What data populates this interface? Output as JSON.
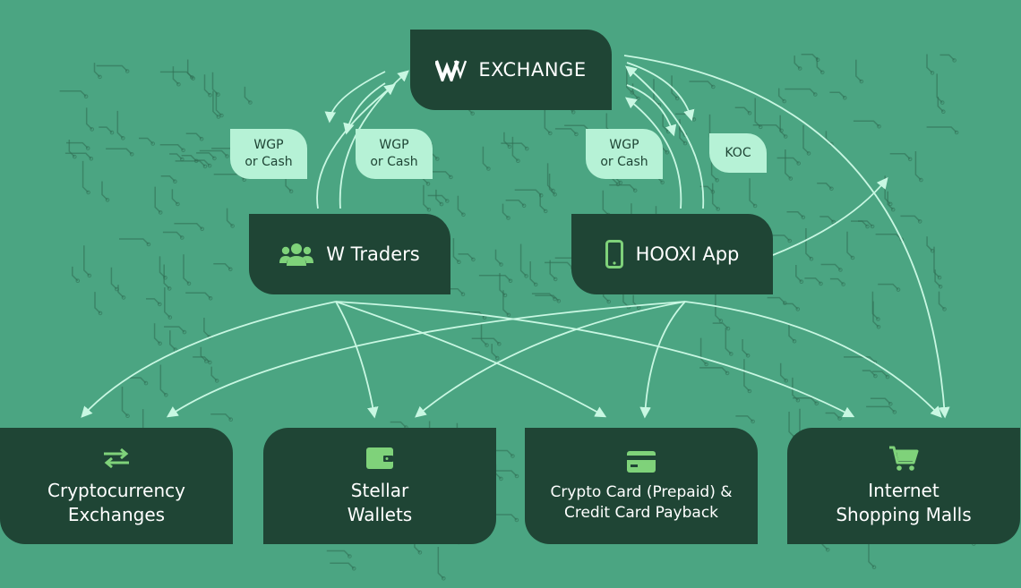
{
  "top": {
    "exchange_label": "EXCHANGE",
    "exchange_logo": "W"
  },
  "middle": {
    "wtraders_label": "W Traders",
    "hooxi_label": "HOOXI App"
  },
  "pills": [
    {
      "line1": "WGP",
      "line2": "or Cash"
    },
    {
      "line1": "WGP",
      "line2": "or Cash"
    },
    {
      "line1": "WGP",
      "line2": "or Cash"
    },
    {
      "line1": "KOC"
    }
  ],
  "bottom": [
    {
      "line1": "Cryptocurrency",
      "line2": "Exchanges",
      "icon": "swap-arrows-icon"
    },
    {
      "line1": "Stellar",
      "line2": "Wallets",
      "icon": "wallet-icon"
    },
    {
      "line1": "Crypto Card (Prepaid) &",
      "line2": "Credit Card Payback",
      "icon": "credit-card-icon"
    },
    {
      "line1": "Internet",
      "line2": "Shopping Malls",
      "icon": "shopping-cart-icon"
    }
  ],
  "colors": {
    "background": "#4ba582",
    "node": "#1f4535",
    "pill": "#b6f2d6",
    "accent_icon": "#7fd27a",
    "arrow": "#c8f7e2"
  }
}
